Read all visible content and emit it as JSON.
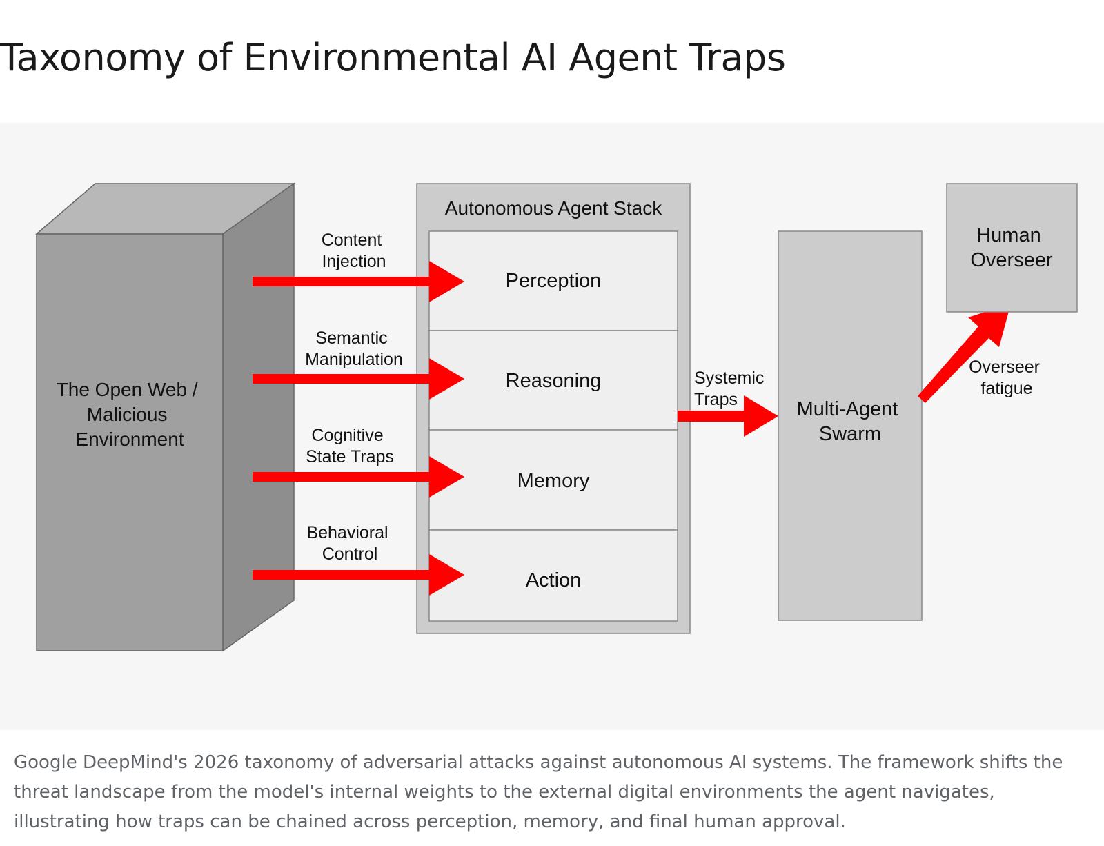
{
  "title": "Taxonomy of Environmental AI Agent Traps",
  "diagram": {
    "environment": {
      "lines": [
        "The Open Web /",
        "Malicious",
        "Environment"
      ]
    },
    "stack": {
      "title": "Autonomous Agent Stack",
      "layers": [
        "Perception",
        "Reasoning",
        "Memory",
        "Action"
      ]
    },
    "traps": [
      {
        "lines": [
          "Content",
          "Injection"
        ]
      },
      {
        "lines": [
          "Semantic",
          "Manipulation"
        ]
      },
      {
        "lines": [
          "Cognitive",
          "State Traps"
        ]
      },
      {
        "lines": [
          "Behavioral",
          "Control"
        ]
      }
    ],
    "systemic": {
      "lines": [
        "Systemic",
        "Traps"
      ]
    },
    "swarm": {
      "lines": [
        "Multi-Agent",
        "Swarm"
      ]
    },
    "overseer": {
      "lines": [
        "Human",
        "Overseer"
      ]
    },
    "fatigue": {
      "lines": [
        "Overseer",
        "fatigue"
      ]
    },
    "colors": {
      "arrow": "#ff0000",
      "box_fill": "#cccccc",
      "layer_fill": "#efefef",
      "cube_front": "#a0a0a0",
      "cube_top": "#b8b8b8",
      "cube_side": "#8e8e8e"
    }
  },
  "caption": "Google DeepMind's 2026 taxonomy of adversarial attacks against autonomous AI systems. The framework shifts the threat landscape from the model's internal weights to the external digital environments the agent navigates, illustrating how traps can be chained across perception, memory, and final human approval."
}
